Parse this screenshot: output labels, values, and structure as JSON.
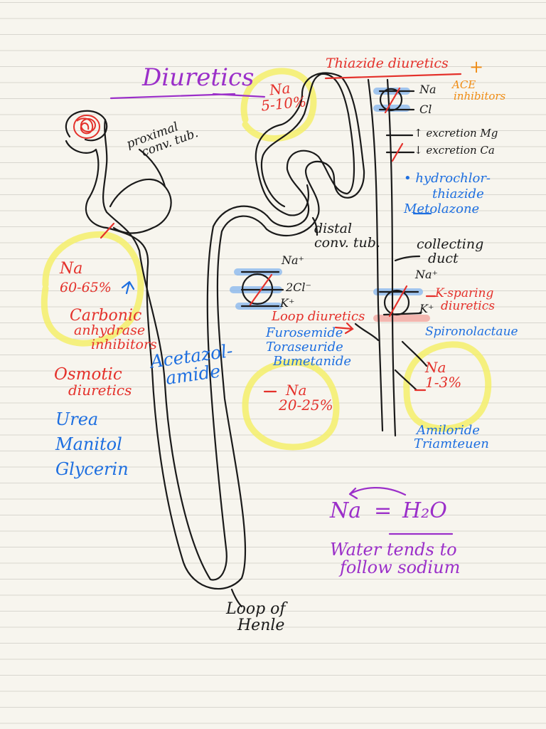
{
  "title": "Diuretics",
  "colors": {
    "ink": "#1a1a1a",
    "red": "#e4312b",
    "blue": "#1e6fe0",
    "purple": "#9b2fc9",
    "orange": "#f08c13",
    "highlight_yellow": "#f4ee6a",
    "highlight_blue": "#7eb2ee",
    "highlight_red": "#f2a29a",
    "paper": "#f7f5ee",
    "ruled_line": "#d8d6cf"
  },
  "nephron_labels": {
    "proximal": [
      "proximal",
      "conv. tub."
    ],
    "distal": [
      "distal",
      "conv. tub."
    ],
    "collecting": [
      "collecting",
      "duct"
    ],
    "loop": [
      "Loop of",
      "Henle"
    ]
  },
  "proximal_section": {
    "na_label": "Na",
    "na_percent": "60-65%",
    "class_name": [
      "Carbonic",
      "anhydrase",
      "inhibitors"
    ],
    "drug": [
      "Acetazol-",
      "amide"
    ],
    "osmotic_title": [
      "Osmotic",
      "diuretics"
    ],
    "osmotic_drugs": [
      "Urea",
      "Manitol",
      "Glycerin"
    ]
  },
  "loop_section": {
    "transporter_ions": [
      "Na⁺",
      "2Cl⁻",
      "K⁺"
    ],
    "class_name": "Loop diuretics",
    "drugs": [
      "Furosemide",
      "Toraseuride",
      "Bumetanide"
    ],
    "na_reabsorption": [
      "Na",
      "20-25%"
    ]
  },
  "distal_section": {
    "na_reabsorption": [
      "Na",
      "5-10%"
    ],
    "class_name": "Thiazide diuretics",
    "plus": "+",
    "combo": [
      "ACE",
      "inhibitors"
    ],
    "ions": [
      "Na",
      "Cl"
    ],
    "effects": [
      "↑ excretion Mg",
      "↓ excretion Ca"
    ],
    "drugs": [
      "• hydrochlor-",
      "thiazide",
      "Metolazone"
    ]
  },
  "collecting_section": {
    "transporter_ions": [
      "Na⁺",
      "K⁺"
    ],
    "class_name": [
      "K-sparing",
      "diuretics"
    ],
    "drug_main": "Spironolactaue",
    "na_reabsorption": [
      "Na",
      "1-3%"
    ],
    "other_drugs": [
      "Amiloride",
      "Triamteuen"
    ]
  },
  "footnote": {
    "equation": [
      "Na",
      "=",
      "H₂O"
    ],
    "text": [
      "Water tends to",
      "follow sodium"
    ]
  }
}
